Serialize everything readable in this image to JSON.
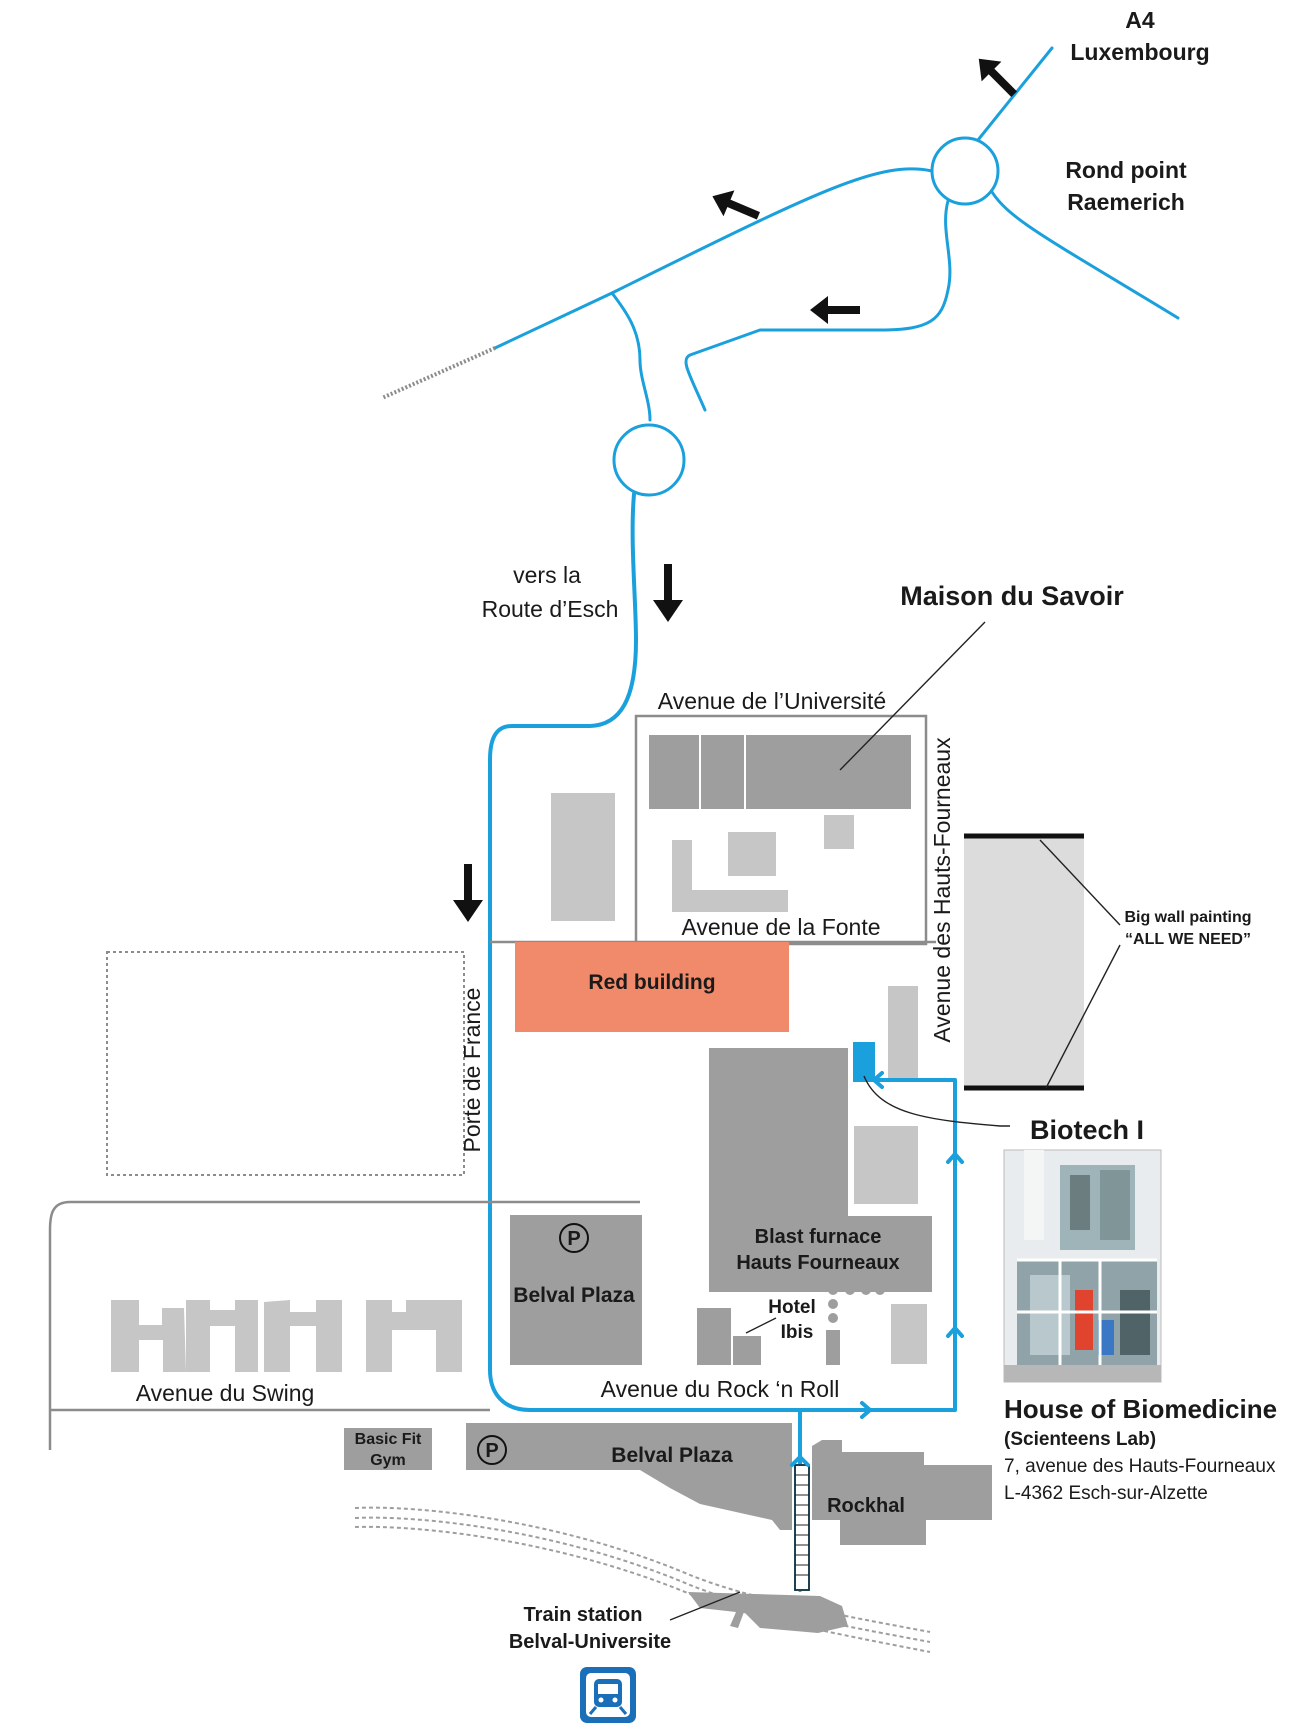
{
  "map": {
    "labels": {
      "a4": "A4",
      "luxembourg": "Luxembourg",
      "rond_point": "Rond point",
      "raemerich": "Raemerich",
      "vers_la": "vers la",
      "route_desch": "Route d’Esch",
      "maison_du_savoir": "Maison du Savoir",
      "avenue_universite": "Avenue de l’Université",
      "avenue_hauts_fourneaux": "Avenue des Hauts-Fourneaux",
      "avenue_fonte": "Avenue de la Fonte",
      "big_wall_painting": "Big wall painting",
      "all_we_need": "“ALL WE NEED”",
      "red_building": "Red building",
      "porte_de_france": "Porte de France",
      "biotech": "Biotech I",
      "blast_furnace": "Blast furnace",
      "hauts_fourneaux": "Hauts Fourneaux",
      "hotel": "Hotel",
      "ibis": "Ibis",
      "parking_symbol": "P",
      "belval_plaza_upper": "Belval Plaza",
      "belval_plaza_lower": "Belval Plaza",
      "avenue_swing": "Avenue du Swing",
      "avenue_rock": "Avenue du Rock ‘n Roll",
      "basic_fit": "Basic Fit",
      "gym": "Gym",
      "rockhal": "Rockhal",
      "train_station": "Train station",
      "belval_universite": "Belval-Universite"
    },
    "address": {
      "name": "House of Biomedicine",
      "subtitle": "(Scienteens Lab)",
      "street": "7, avenue des Hauts-Fourneaux",
      "city": "L-4362 Esch-sur-Alzette"
    },
    "icons": [
      "train-icon",
      "direction-arrow-icon",
      "parking-icon"
    ],
    "colors": {
      "road": "#1aa0dc",
      "building": "#9e9e9e",
      "building_light": "#c6c6c6",
      "red_building": "#f08a6a",
      "street": "#8c8c8c",
      "train_icon": "#1a6fb8"
    }
  }
}
